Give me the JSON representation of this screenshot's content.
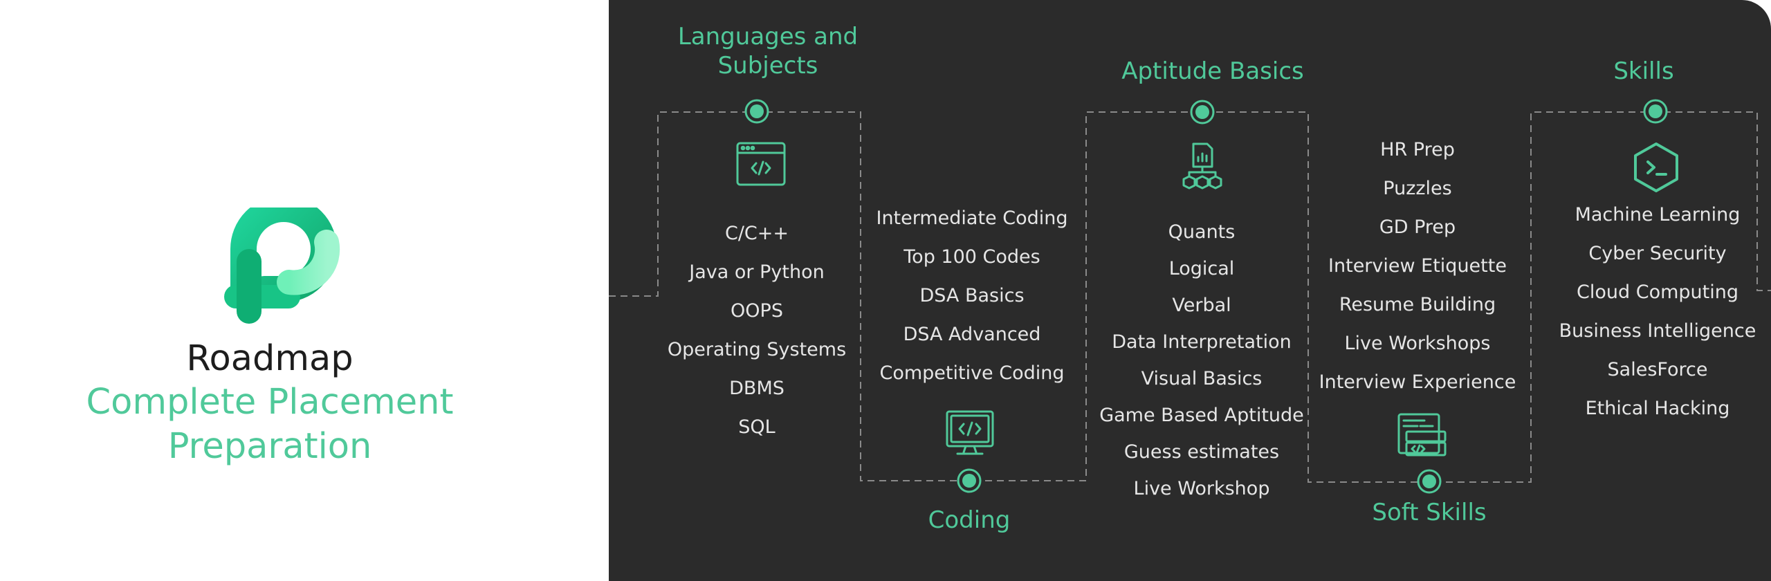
{
  "brand": {
    "title": "Roadmap",
    "subtitle_line1": "Complete Placement",
    "subtitle_line2": "Preparation"
  },
  "colors": {
    "accent": "#50c99a",
    "panel": "#2b2b2b",
    "text": "#e6e6e6"
  },
  "sections": [
    {
      "key": "languages",
      "heading_line1": "Languages and",
      "heading_line2": "Subjects",
      "icon": "code-window-icon",
      "items": [
        "C/C++",
        "Java or Python",
        "OOPS",
        "Operating Systems",
        "DBMS",
        "SQL"
      ]
    },
    {
      "key": "coding",
      "heading": "Coding",
      "icon": "monitor-code-icon",
      "items": [
        "Intermediate Coding",
        "Top 100 Codes",
        "DSA Basics",
        "DSA Advanced",
        "Competitive Coding"
      ]
    },
    {
      "key": "aptitude",
      "heading": "Aptitude Basics",
      "icon": "data-analytics-icon",
      "items": [
        "Quants",
        "Logical",
        "Verbal",
        "Data Interpretation",
        "Visual Basics",
        "Game Based Aptitude",
        "Guess estimates",
        "Live Workshop"
      ]
    },
    {
      "key": "soft",
      "heading": "Soft Skills",
      "icon": "code-document-icon",
      "items": [
        "HR Prep",
        "Puzzles",
        "GD Prep",
        "Interview Etiquette",
        "Resume Building",
        "Live Workshops",
        "Interview Experience"
      ]
    },
    {
      "key": "skills",
      "heading": "Skills",
      "icon": "terminal-hexagon-icon",
      "items": [
        "Machine Learning",
        "Cyber Security",
        "Cloud Computing",
        "Business Intelligence",
        "SalesForce",
        "Ethical Hacking"
      ]
    }
  ]
}
